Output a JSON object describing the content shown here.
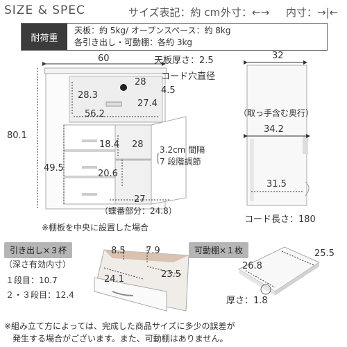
{
  "header": {
    "title": "SIZE & SPEC",
    "unit_label": "サイズ表記：約 cm",
    "outer_label": "外寸：←→",
    "inner_label": "内寸：→|←"
  },
  "load": {
    "label": "耐荷重",
    "line1": "天板：約 5kg/ オープンスペース：約 8kg",
    "line2": "各引き出し・可動棚：各約 3kg"
  },
  "cabinet": {
    "width": "60",
    "height": "80.1",
    "lower_height": "49.5",
    "top_thickness": "天板厚さ：2.5",
    "cord_hole": "コード穴直径",
    "cord_hole_value": "4.5",
    "open_height": "28.3",
    "open_depth": "28",
    "open_width": "56.2",
    "open_inner_depth": "27.4",
    "drawer_height": "18.4",
    "shelf_depth": "28",
    "shelf_spacing": "3.2cm 間隔",
    "shelf_steps": "7 段階調節",
    "door_inner_width": "20.6",
    "door_width": "27",
    "hinge": "（蝶番部分：24.8）",
    "note": "※棚板を中央に設置した場合"
  },
  "side": {
    "depth": "32",
    "handle_note": "（取っ手含む奥行）",
    "depth_with_handle": "34.2",
    "inner_depth": "31.5",
    "cord_length": "コード長さ：180"
  },
  "drawer": {
    "pill": "引き出し×３杯",
    "sub": "（深さ有効内寸）",
    "row1": "１段目：10.7",
    "row2": "２・３段目：12.4",
    "dim_a": "8.5",
    "dim_b": "7.9",
    "dim_c": "24.1",
    "dim_d": "23.5"
  },
  "shelf": {
    "pill": "可動棚×１枚",
    "width": "25.5",
    "depth": "26.8",
    "thickness": "厚さ：1.8"
  },
  "footer": {
    "line1": "※組み立て方によっては、完成した商品サイズに多少の誤差が",
    "line2": "発生する場合がございます。また、可動棚はありません。"
  }
}
